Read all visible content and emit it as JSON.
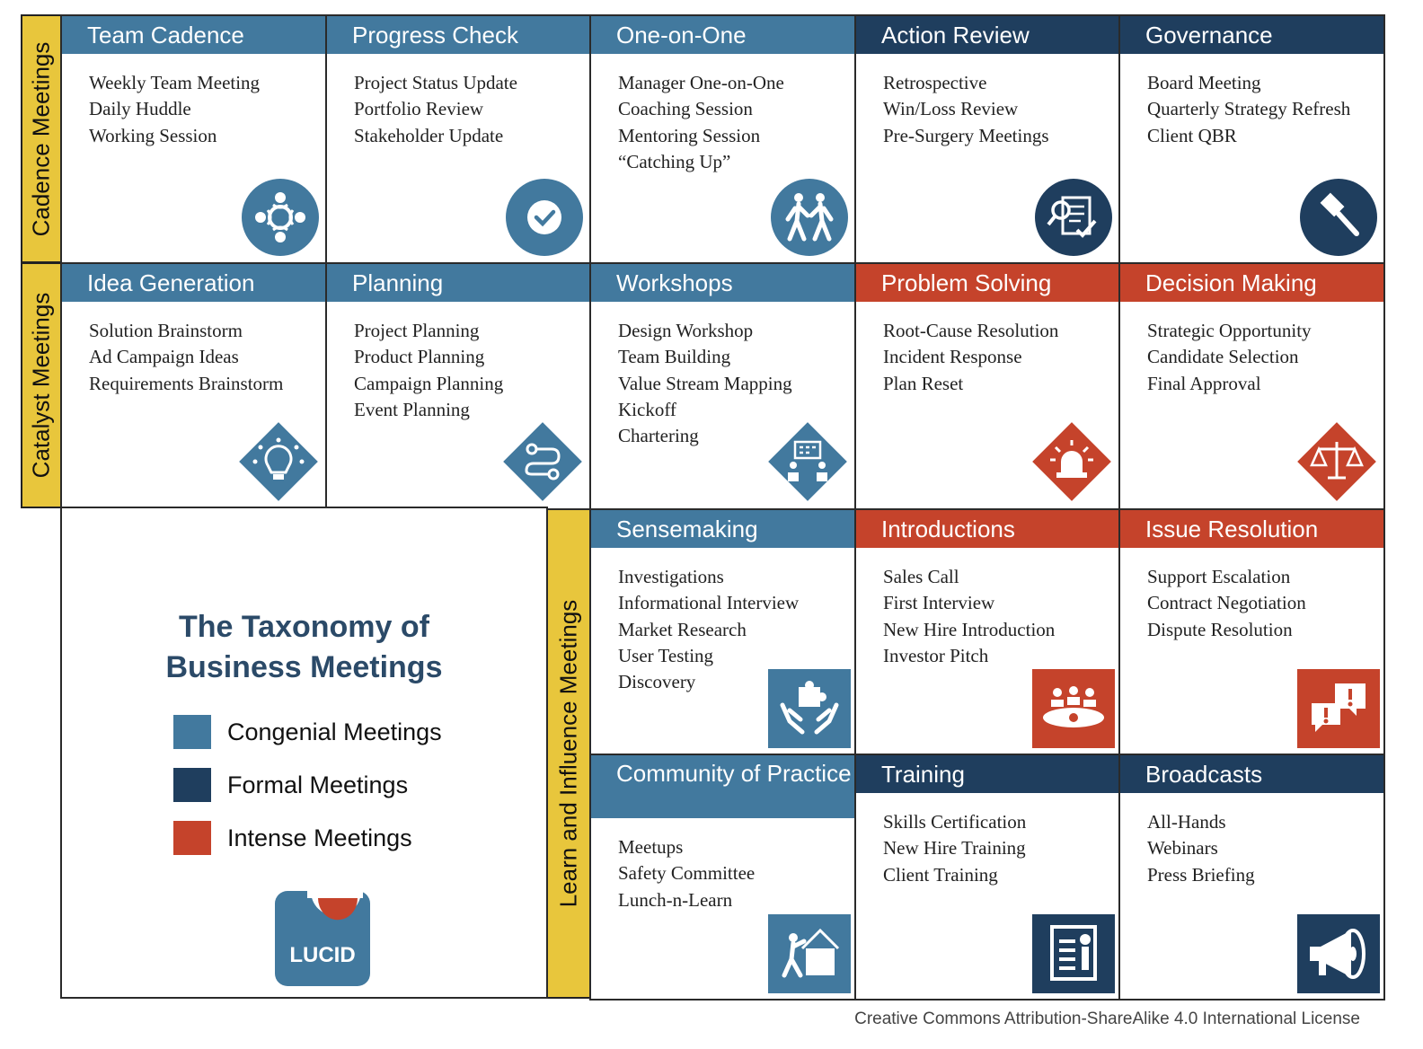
{
  "colors": {
    "congenial": "#42799e",
    "formal": "#1f3e5e",
    "intense": "#c5432b",
    "band": "#e8c63c"
  },
  "bands": {
    "cadence": "Cadence Meetings",
    "catalyst": "Catalyst Meetings",
    "learn": "Learn and Influence Meetings"
  },
  "cells": {
    "team_cadence": {
      "title": "Team Cadence",
      "type": "congenial",
      "icon": "team-circle-icon",
      "items": [
        "Weekly Team Meeting",
        "Daily Huddle",
        "Working Session"
      ]
    },
    "progress_check": {
      "title": "Progress Check",
      "type": "congenial",
      "icon": "checkmark-icon",
      "items": [
        "Project Status Update",
        "Portfolio Review",
        "Stakeholder Update"
      ]
    },
    "one_on_one": {
      "title": "One-on-One",
      "type": "congenial",
      "icon": "two-people-walking-icon",
      "items": [
        "Manager One-on-One",
        "Coaching Session",
        "Mentoring Session",
        "“Catching Up”"
      ]
    },
    "action_review": {
      "title": "Action Review",
      "type": "formal",
      "icon": "document-review-icon",
      "items": [
        "Retrospective",
        "Win/Loss Review",
        "Pre-Surgery Meetings"
      ]
    },
    "governance": {
      "title": "Governance",
      "type": "formal",
      "icon": "gavel-icon",
      "items": [
        "Board Meeting",
        "Quarterly Strategy Refresh",
        "Client QBR"
      ]
    },
    "idea_generation": {
      "title": "Idea Generation",
      "type": "congenial",
      "icon": "lightbulb-icon",
      "items": [
        "Solution Brainstorm",
        "Ad Campaign Ideas",
        "Requirements Brainstorm"
      ]
    },
    "planning": {
      "title": "Planning",
      "type": "congenial",
      "icon": "route-plan-icon",
      "items": [
        "Project Planning",
        "Product Planning",
        "Campaign Planning",
        "Event Planning"
      ]
    },
    "workshops": {
      "title": "Workshops",
      "type": "congenial",
      "icon": "whiteboard-people-icon",
      "items": [
        "Design Workshop",
        "Team Building",
        "Value Stream Mapping",
        "Kickoff",
        "Chartering"
      ]
    },
    "problem_solving": {
      "title": "Problem Solving",
      "type": "intense",
      "icon": "alarm-light-icon",
      "items": [
        "Root-Cause Resolution",
        "Incident Response",
        "Plan Reset"
      ]
    },
    "decision_making": {
      "title": "Decision Making",
      "type": "intense",
      "icon": "scales-icon",
      "items": [
        "Strategic Opportunity",
        "Candidate Selection",
        "Final Approval"
      ]
    },
    "sensemaking": {
      "title": "Sensemaking",
      "type": "congenial",
      "icon": "hands-puzzle-icon",
      "items": [
        "Investigations",
        "Informational Interview",
        "Market Research",
        "User Testing",
        "Discovery"
      ]
    },
    "introductions": {
      "title": "Introductions",
      "type": "intense",
      "icon": "conference-table-icon",
      "items": [
        "Sales Call",
        "First Interview",
        "New Hire Introduction",
        "Investor Pitch"
      ]
    },
    "issue_resolution": {
      "title": "Issue Resolution",
      "type": "intense",
      "icon": "speech-bubbles-exclamation-icon",
      "items": [
        "Support Escalation",
        "Contract Negotiation",
        "Dispute Resolution"
      ]
    },
    "community": {
      "title": "Community of Practice",
      "type": "congenial",
      "icon": "people-building-icon",
      "items": [
        "Meetups",
        "Safety Committee",
        "Lunch-n-Learn"
      ]
    },
    "training": {
      "title": "Training",
      "type": "formal",
      "icon": "certificate-icon",
      "items": [
        "Skills Certification",
        "New Hire Training",
        "Client Training"
      ]
    },
    "broadcasts": {
      "title": "Broadcasts",
      "type": "formal",
      "icon": "megaphone-icon",
      "items": [
        "All-Hands",
        "Webinars",
        "Press Briefing"
      ]
    }
  },
  "legend": {
    "title_line1": "The Taxonomy of",
    "title_line2": "Business Meetings",
    "items": [
      {
        "label": "Congenial Meetings",
        "type": "congenial"
      },
      {
        "label": "Formal Meetings",
        "type": "formal"
      },
      {
        "label": "Intense Meetings",
        "type": "intense"
      }
    ],
    "logo_text": "LUCID"
  },
  "footer": "Creative Commons Attribution-ShareAlike 4.0 International License"
}
